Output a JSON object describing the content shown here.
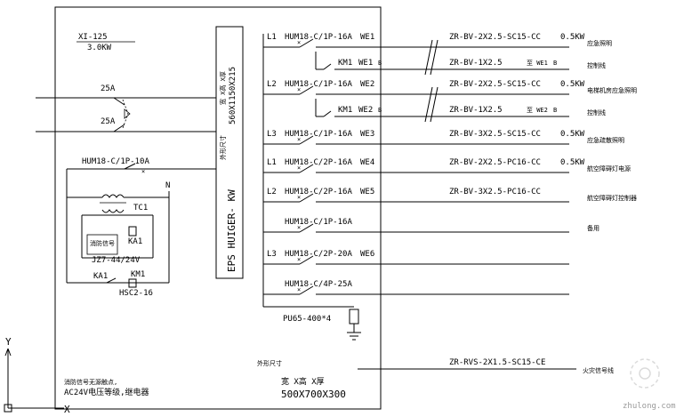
{
  "incoming": {
    "switch": "XI-125",
    "power": "3.0KW"
  },
  "cabinet": {
    "model": "EPS HUIGER- KW",
    "size": "560X1150X215",
    "size_marks": "宽 X高 X厚",
    "power_mark": "外形尺寸"
  },
  "inputs": {
    "breaker1": "25A",
    "breaker2": "25A"
  },
  "control": {
    "breaker": "HUM18-C/1P-10A",
    "neutral": "N",
    "transformer": "TC1",
    "relay_ka1": "KA1",
    "relay_coil": "JZ7-44/24V",
    "relay_ka1_contact": "KA1",
    "contactor": "KM1",
    "contactor_model": "HSC2-16",
    "signal_box": "消防信号"
  },
  "circuits": [
    {
      "phase": "L1",
      "breaker": "HUM18-C/1P-16A",
      "id": "WE1",
      "cable": "ZR-BV-2X2.5-SC15-CC",
      "power": "0.5KW",
      "use": "应急照明"
    },
    {
      "phase": "",
      "breaker": "KM1",
      "id": "WE1",
      "suffix": "B",
      "cable": "ZR-BV-1X2.5 ",
      "extra": "至 WE1",
      "extra2": "B",
      "power": "",
      "use": "控制线"
    },
    {
      "phase": "L2",
      "breaker": "HUM18-C/1P-16A",
      "id": "WE2",
      "cable": "ZR-BV-2X2.5-SC15-CC",
      "power": "0.5KW",
      "use": "电梯机房应急照明"
    },
    {
      "phase": "",
      "breaker": "KM1",
      "id": "WE2",
      "suffix": "B",
      "cable": "ZR-BV-1X2.5 ",
      "extra": "至 WE2",
      "extra2": "B",
      "power": "",
      "use": "控制线"
    },
    {
      "phase": "L3",
      "breaker": "HUM18-C/1P-16A",
      "id": "WE3",
      "cable": "ZR-BV-3X2.5-SC15-CC",
      "power": "0.5KW",
      "use": "应急疏散照明"
    },
    {
      "phase": "L1",
      "breaker": "HUM18-C/2P-16A",
      "id": "WE4",
      "cable": "ZR-BV-2X2.5-PC16-CC",
      "power": "0.5KW",
      "use": "航空障碍灯电源"
    },
    {
      "phase": "L2",
      "breaker": "HUM18-C/2P-16A",
      "id": "WE5",
      "cable": "ZR-BV-3X2.5-PC16-CC",
      "power": "",
      "use": "航空障碍灯控制器"
    },
    {
      "phase": "",
      "breaker": "HUM18-C/1P-16A",
      "id": "",
      "cable": "",
      "power": "",
      "use": "备用"
    },
    {
      "phase": "L3",
      "breaker": "HUM18-C/2P-20A",
      "id": "WE6",
      "cable": "",
      "power": "",
      "use": ""
    },
    {
      "phase": "",
      "breaker": "HUM18-C/4P-25A",
      "id": "",
      "cable": "",
      "power": "",
      "use": ""
    }
  ],
  "surge": {
    "model": "PU65-400*4"
  },
  "fire": {
    "cable": "ZR-RVS-2X1.5-SC15-CE",
    "use": "火灾信号线"
  },
  "bottom": {
    "note1": "消防信号无源触点,",
    "note2": "AC24V电压等级,继电器",
    "outline_label": "外形尺寸",
    "outline_marks": "宽 X高 X厚",
    "outline_size": "500X700X300"
  },
  "axis": {
    "y": "Y",
    "x": "X"
  },
  "watermark": "zhulong.com"
}
